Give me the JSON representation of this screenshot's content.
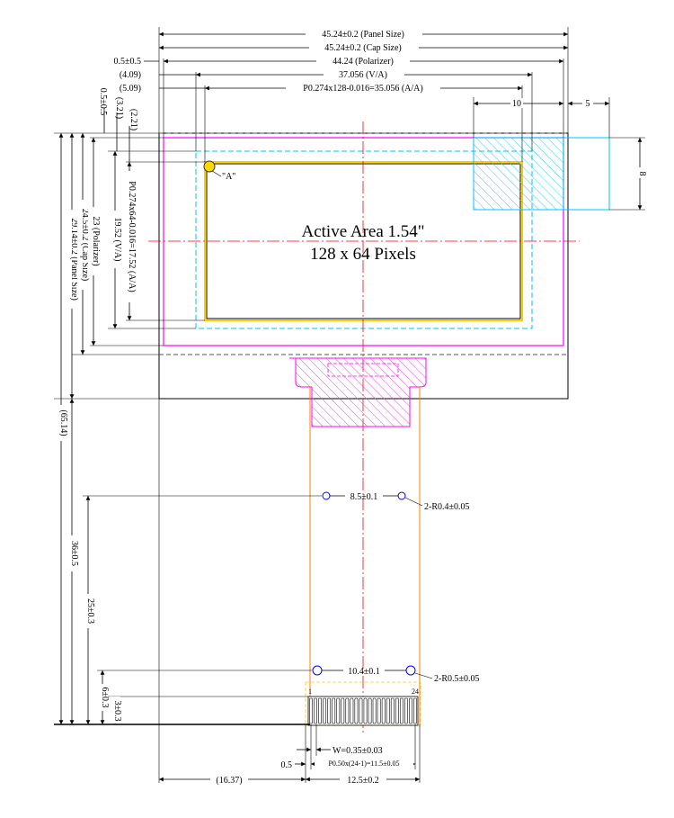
{
  "top_dims": {
    "panel_size": "45.24±0.2 (Panel Size)",
    "cap_size": "45.24±0.2 (Cap Size)",
    "polarizer_label": "0.5±0.5",
    "polarizer": "44.24 (Polarizer)",
    "offset_409": "(4.09)",
    "va": "37.056 (V/A)",
    "offset_509": "(5.09)",
    "aa": "P0.274x128-0.016=35.056 (A/A)",
    "tab_w": "10",
    "tab_gap": "5"
  },
  "left_dims": {
    "top_05": "0.5±0.5",
    "d321": "(3.21)",
    "d221": "(2.21)",
    "aa_v": "P0.274x64-0.016=17.52 (A/A)",
    "va_v": "19.52 (V/A)",
    "pol_v": "23 (Polarizer)",
    "cap_v": "24.5±0.2 (Cap Size)",
    "panel_v": "29.14±0.2 (Panel Size)",
    "total": "(65.14)",
    "fpc_len": "36±0.5",
    "hole_dist": "25±0.3",
    "stiff_6": "6±0.3",
    "stiff_3": "3±0.3"
  },
  "right_dims": {
    "tab_h": "8"
  },
  "active_area": {
    "line1": "Active Area 1.54\"",
    "line2": "128 x 64 Pixels",
    "marker": "\"A\""
  },
  "fpc": {
    "hole_spacing_small": "8.5±0.1",
    "hole_r_small": "2-R0.4±0.05",
    "hole_spacing_large": "10.4±0.1",
    "hole_r_large": "2-R0.5±0.05",
    "pin_first": "1",
    "pin_last": "24",
    "pin_count": 24
  },
  "bottom_dims": {
    "width": "W=0.35±0.03",
    "offset": "0.5",
    "pitch": "P0.50x(24-1)=11.5±0.05",
    "left_offset": "(16.37)",
    "fpc_width": "12.5±0.2"
  },
  "colors": {
    "outline": "#000000",
    "polarizer": "#ff00ff",
    "active": "#ffd700",
    "viewing": "#00c0ff",
    "center": "#ff0000",
    "fpc": "#ff8000",
    "hatch_tab": "#00c0ff",
    "hatch_fpc": "#ff00ff",
    "hole": "#0000ff"
  }
}
